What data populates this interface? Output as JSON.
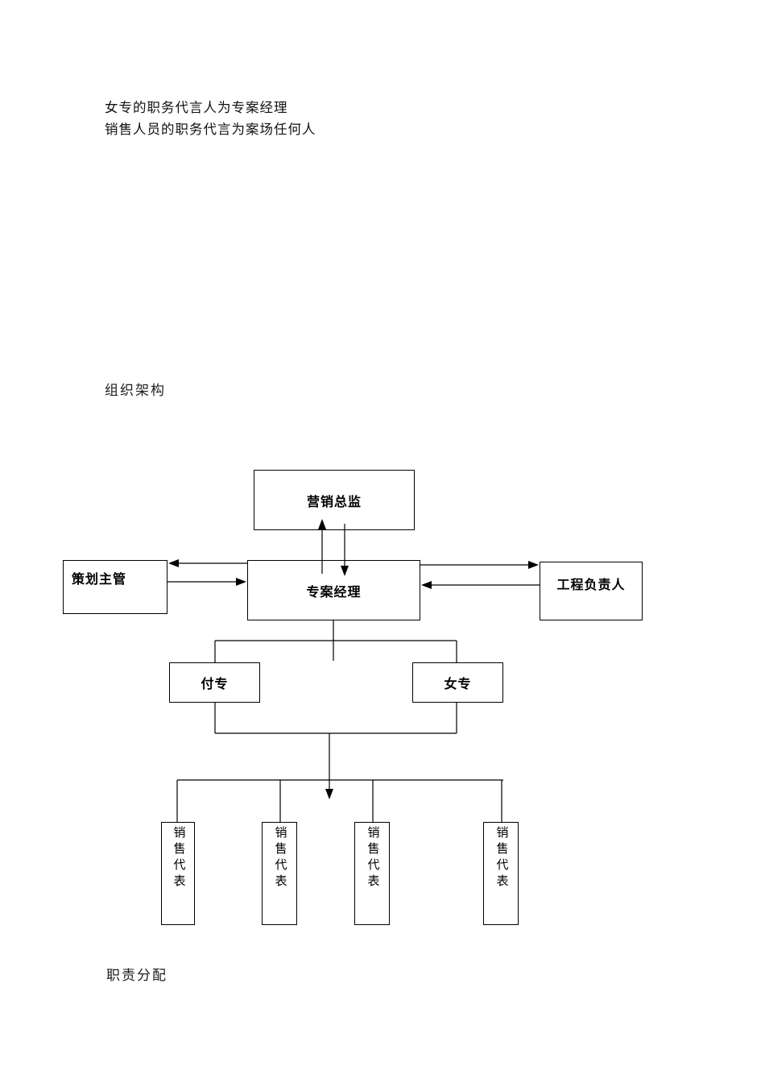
{
  "document": {
    "intro_lines": [
      "女专的职务代言人为专案经理",
      "销售人员的职务代言为案场任何人"
    ],
    "headings": {
      "org_structure": "组织架构",
      "duty_assignment": "职责分配"
    }
  },
  "diagram": {
    "type": "org-chart",
    "nodes": {
      "marketing_director": "营销总监",
      "project_manager": "专案经理",
      "planning_supervisor": "策划主管",
      "engineering_lead": "工程负责人",
      "assistant_left": "付专",
      "assistant_right": "女专",
      "sales_rep": "销售代表"
    },
    "edges": [
      {
        "from": "marketing_director",
        "to": "project_manager",
        "style": "double-arrow-vertical"
      },
      {
        "from": "planning_supervisor",
        "to": "project_manager",
        "style": "double-arrow-horizontal"
      },
      {
        "from": "project_manager",
        "to": "engineering_lead",
        "style": "double-arrow-horizontal"
      },
      {
        "from": "project_manager",
        "to": "assistant_left",
        "style": "line"
      },
      {
        "from": "project_manager",
        "to": "assistant_right",
        "style": "line"
      },
      {
        "from": "assistants",
        "to": "sales_reps",
        "style": "line-with-down-arrow"
      }
    ]
  }
}
